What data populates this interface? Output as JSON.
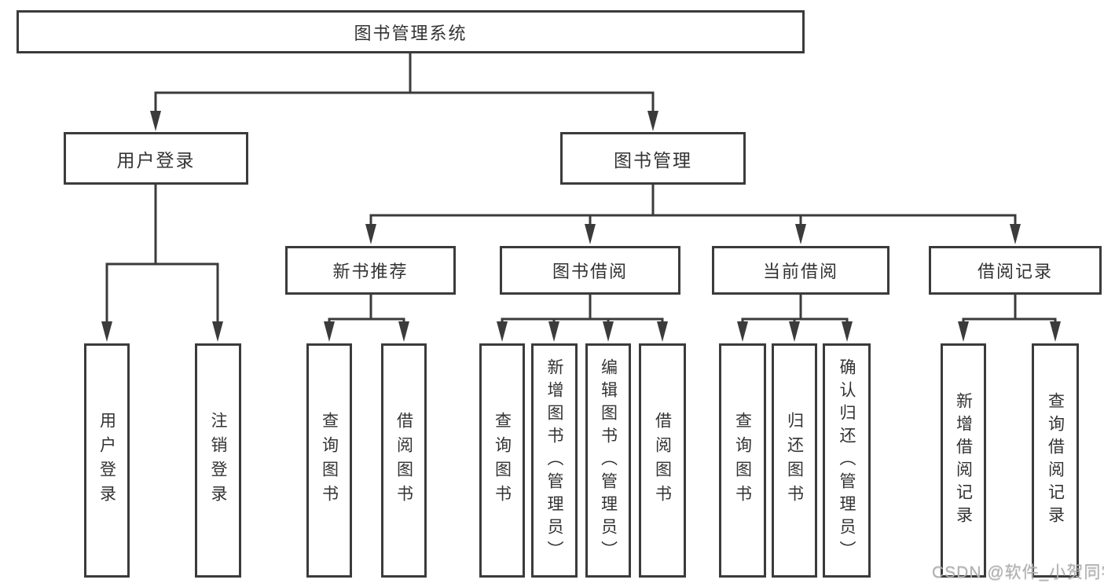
{
  "diagram": {
    "type": "hierarchy-tree",
    "title": "图书管理系统",
    "tree": {
      "图书管理系统": {
        "用户登录": [
          "用户登录",
          "注销登录"
        ],
        "图书管理": {
          "新书推荐": [
            "查询图书",
            "借阅图书"
          ],
          "图书借阅": [
            "查询图书",
            "新增图书（管理员）",
            "编辑图书（管理员）",
            "借阅图书"
          ],
          "当前借阅": [
            "查询图书",
            "归还图书",
            "确认归还（管理员）"
          ],
          "借阅记录": [
            "新增借阅记录",
            "查询借阅记录"
          ]
        }
      }
    }
  },
  "nodes": {
    "root": "图书管理系统",
    "user_login_branch": "用户登录",
    "book_mgmt_branch": "图书管理",
    "new_book_rec": "新书推荐",
    "book_borrow": "图书借阅",
    "current_borrow": "当前借阅",
    "borrow_records": "借阅记录",
    "leaf_user_login": "用户登录",
    "leaf_logout": "注销登录",
    "leaf_query_books_new": "查询图书",
    "leaf_borrow_books_new": "借阅图书",
    "leaf_query_books_borrow": "查询图书",
    "leaf_add_book": "新增图书（管理员）",
    "leaf_edit_book": "编辑图书（管理员）",
    "leaf_borrow_books_borrow": "借阅图书",
    "leaf_query_books_current": "查询图书",
    "leaf_return_book": "归还图书",
    "leaf_confirm_return": "确认归还（管理员）",
    "leaf_add_borrow_record": "新增借阅记录",
    "leaf_query_borrow_record": "查询借阅记录"
  },
  "watermark": "CSDN @软件_小贺同学",
  "colors": {
    "line": "#3b3b3b",
    "text": "#333333",
    "background": "#ffffff",
    "watermark": "#b0b0b0"
  }
}
